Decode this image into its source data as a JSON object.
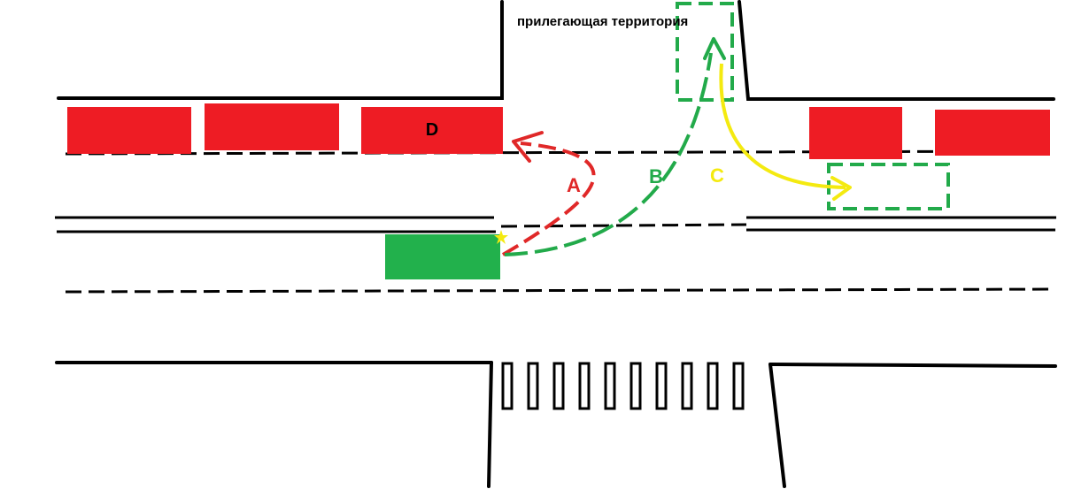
{
  "caption": "прилегающая территория",
  "paths": [
    {
      "id": "A",
      "label": "A",
      "color": "#e02828"
    },
    {
      "id": "B",
      "label": "B",
      "color": "#22aa4a"
    },
    {
      "id": "C",
      "label": "C",
      "color": "#f4ea10"
    }
  ],
  "parked_car_label": "D",
  "colors": {
    "parked_car": "#ee1c24",
    "own_car": "#22b14c",
    "marker_star": "#f4ea10",
    "lines": "#000000",
    "background": "#ffffff"
  }
}
